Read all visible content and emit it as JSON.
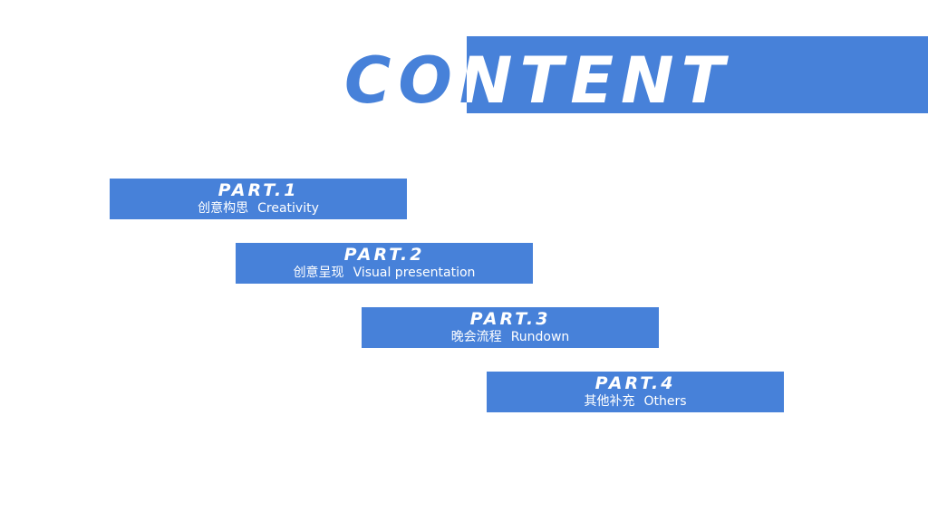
{
  "title": "CONTENT",
  "colors": {
    "accent": "#4781d9",
    "background": "#ffffff",
    "on_accent": "#ffffff"
  },
  "parts": [
    {
      "label": "PART.1",
      "zh": "创意构思",
      "en": "Creativity"
    },
    {
      "label": "PART.2",
      "zh": "创意呈现",
      "en": "Visual presentation"
    },
    {
      "label": "PART.3",
      "zh": "晚会流程",
      "en": "Rundown"
    },
    {
      "label": "PART.4",
      "zh": "其他补充",
      "en": "Others"
    }
  ]
}
